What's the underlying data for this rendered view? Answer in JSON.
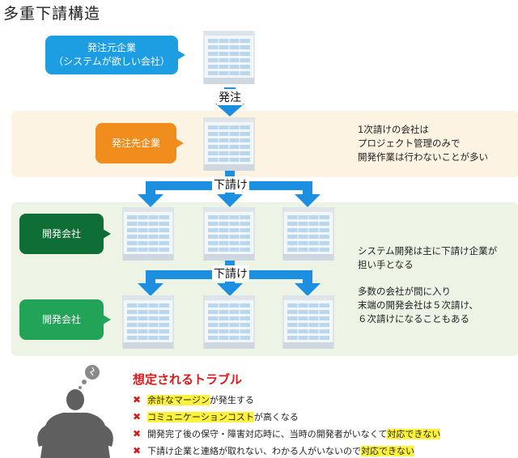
{
  "title": "多重下請構造",
  "client": {
    "line1": "発注元企業",
    "line2": "（システムが欲しい会社）"
  },
  "arrow_order": "発注",
  "primary_contractor": "発注先企業",
  "note_primary": [
    "1次請けの会社は",
    "プロジェクト管理のみで",
    "開発作業は行わないことが多い"
  ],
  "arrow_subcontract_1": "下請け",
  "developer_1": "開発会社",
  "arrow_subcontract_2": "下請け",
  "developer_2": "開発会社",
  "note_dev_1": [
    "システム開発は主に下請け企業が",
    "担い手となる"
  ],
  "note_dev_2": [
    "多数の会社が間に入り",
    "末端の開発会社は５次請け、",
    "６次請けになることもある"
  ],
  "troubles_title": "想定されるトラブル",
  "troubles": [
    {
      "highlight": "余計なマージン",
      "rest": "が発生する"
    },
    {
      "highlight": "コミュニケーションコスト",
      "rest": "が高くなる"
    },
    {
      "prefix": "開発完了後の保守・障害対応時に、当時の開発者がいなくて",
      "highlight": "対応できない"
    },
    {
      "prefix": "下請け企業と連絡が取れない、わかる人がいないので",
      "highlight": "対応できない"
    }
  ],
  "colors": {
    "client": "#1d9ee3",
    "primary": "#f18d1d",
    "developer_1": "#0f6e35",
    "developer_2": "#21a358",
    "arrow": "#1d8fe0",
    "trouble": "#d71b1b",
    "highlight": "#fff23a"
  }
}
